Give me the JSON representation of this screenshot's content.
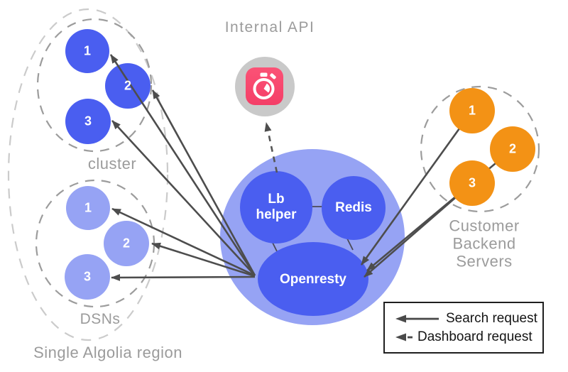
{
  "diagram": {
    "internal_api_label": "Internal API",
    "region_label": "Single Algolia region",
    "cluster": {
      "label": "cluster",
      "nodes": [
        "1",
        "2",
        "3"
      ]
    },
    "dsns": {
      "label": "DSNs",
      "nodes": [
        "1",
        "2",
        "3"
      ]
    },
    "customer": {
      "label": "Customer Backend Servers",
      "nodes": [
        "1",
        "2",
        "3"
      ]
    },
    "core": {
      "lb_helper": "Lb helper",
      "redis": "Redis",
      "openresty": "Openresty"
    }
  },
  "legend": {
    "search_label": "Search request",
    "dashboard_label": "Dashboard request"
  },
  "icons": {
    "internal_api": "stopwatch-icon"
  },
  "colors": {
    "node_blue": "#4A5EF0",
    "node_blue_light": "#96A3F4",
    "node_orange": "#F39215",
    "icon_pink": "#F8466C",
    "icon_gray": "#C9C9C9",
    "label_gray": "#9B9B9B",
    "arrow_gray": "#4D4D4D"
  }
}
